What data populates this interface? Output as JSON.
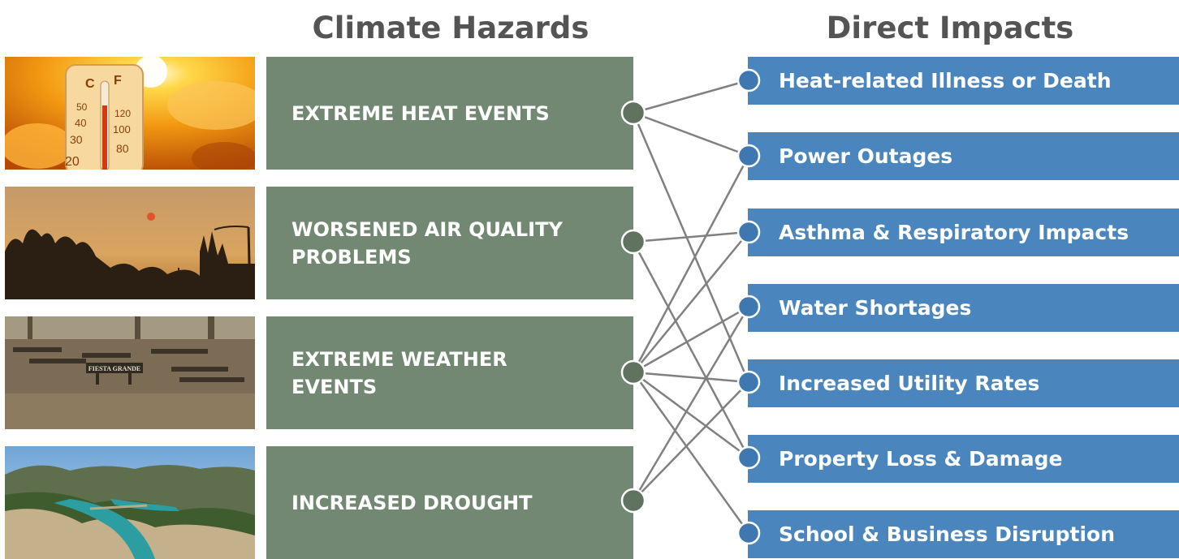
{
  "headings": {
    "hazards": "Climate Hazards",
    "impacts": "Direct Impacts"
  },
  "hazards": [
    {
      "label": "EXTREME HEAT EVENTS",
      "photo": "thermometer-sun-photo"
    },
    {
      "label": "WORSENED AIR QUALITY PROBLEMS",
      "photo": "smoky-sky-trees-photo"
    },
    {
      "label": "EXTREME WEATHER EVENTS",
      "photo": "flooded-park-photo"
    },
    {
      "label": "INCREASED DROUGHT",
      "photo": "low-reservoir-photo"
    }
  ],
  "photo_text": {
    "thermometer": [
      "C",
      "F",
      "50",
      "120",
      "40",
      "100",
      "30",
      "80",
      "20"
    ],
    "sign": "FIESTA GRANDE"
  },
  "impacts": [
    {
      "label": "Heat-related Illness or Death"
    },
    {
      "label": "Power Outages"
    },
    {
      "label": "Asthma & Respiratory Impacts"
    },
    {
      "label": "Water Shortages"
    },
    {
      "label": "Increased Utility Rates"
    },
    {
      "label": "Property Loss & Damage"
    },
    {
      "label": "School & Business Disruption"
    }
  ],
  "connections": [
    [
      0,
      0
    ],
    [
      0,
      1
    ],
    [
      0,
      4
    ],
    [
      1,
      2
    ],
    [
      1,
      5
    ],
    [
      2,
      1
    ],
    [
      2,
      2
    ],
    [
      2,
      3
    ],
    [
      2,
      4
    ],
    [
      2,
      5
    ],
    [
      2,
      6
    ],
    [
      3,
      3
    ],
    [
      3,
      4
    ]
  ],
  "colors": {
    "hazard_fill": "#728873",
    "impact_fill": "#4a86bd",
    "connector_line": "#808080",
    "hazard_node_fill": "#5f7360",
    "impact_node_fill": "#3f78b0",
    "heading_text": "#545454"
  }
}
